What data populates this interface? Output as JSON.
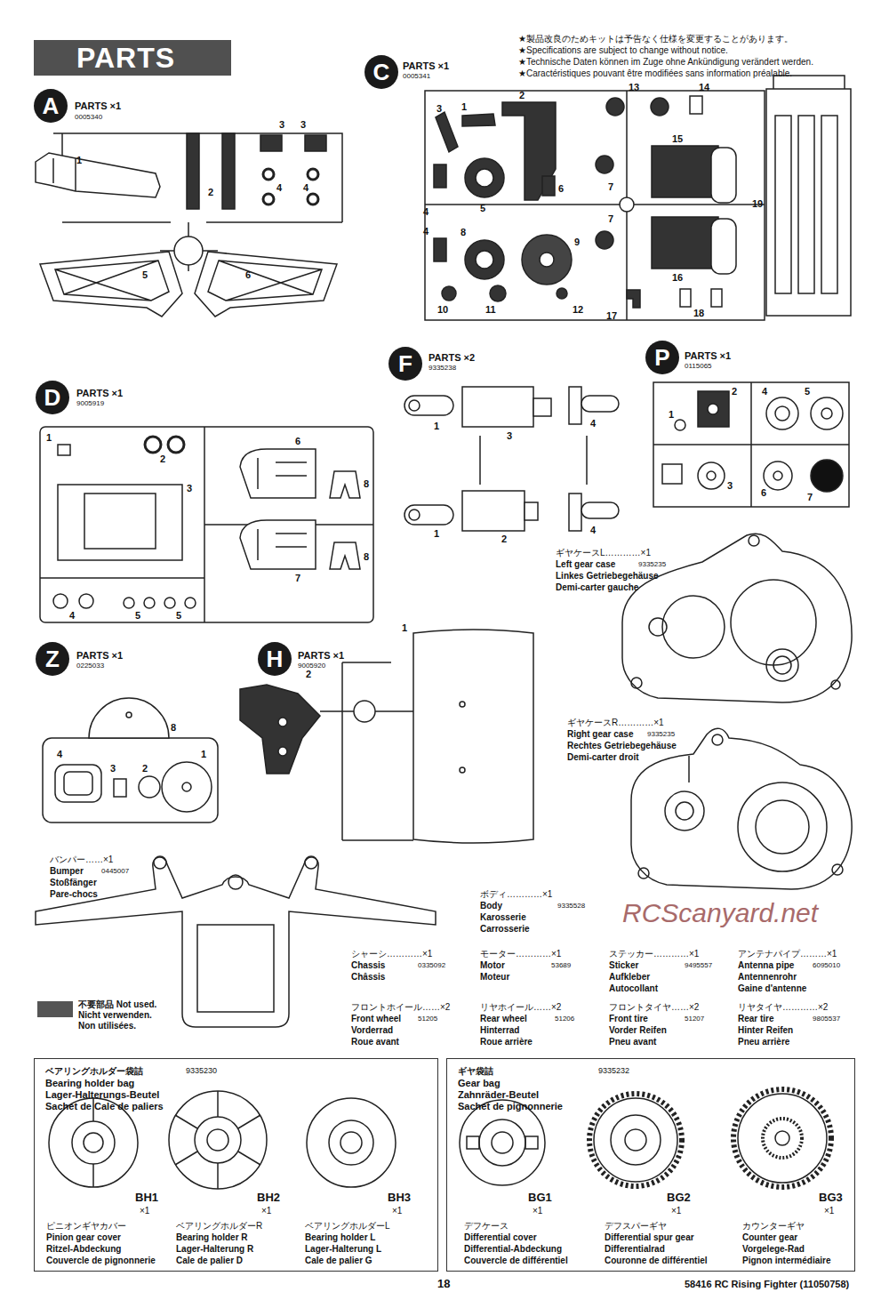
{
  "diagram": {
    "nodes": [
      {
        "text": [
          "PARTS"
        ]
      },
      {
        "text": [
          "A"
        ]
      },
      {
        "text": [
          "C"
        ]
      },
      {
        "text": [
          "F"
        ]
      },
      {
        "text": [
          "P"
        ]
      },
      {
        "text": [
          "D"
        ]
      },
      {
        "text": [
          "Z"
        ]
      },
      {
        "text": [
          "H"
        ]
      },
      {
        "text": [
          "ベアリングホルダー袋詰",
          "9335230",
          "Bearing holder bag",
          "Lager-Halterungs-Beutel",
          "Sachet de Cale de paliers"
        ]
      },
      {
        "text": [
          "ギヤ袋詰",
          "9335232",
          "Gear bag",
          "Zahnräder-Beutel",
          "Sachet de pignonnerie"
        ]
      }
    ],
    "labels": [
      "★製品改良のためキットは予告なく仕様を変更することがあります。",
      "★Specifications are subject to change without notice.",
      "★Technische Daten können im Zuge ohne Ankündigung verändert werden.",
      "★Caractéristiques pouvant être modifiées sans information préalable.",
      "PARTS ×1",
      "0005340",
      "1",
      "2",
      "3",
      "3",
      "4",
      "4",
      "5",
      "6",
      "PARTS ×1",
      "0005341",
      "3",
      "1",
      "2",
      "13",
      "14",
      "15",
      "4",
      "5",
      "6",
      "7",
      "7",
      "19",
      "4",
      "8",
      "9",
      "16",
      "10",
      "11",
      "12",
      "17",
      "18",
      "PARTS ×2",
      "9335238",
      "1",
      "3",
      "4",
      "1",
      "2",
      "4",
      "PARTS ×1",
      "0115065",
      "2",
      "4",
      "5",
      "1",
      "3",
      "6",
      "7",
      "PARTS ×1",
      "9005919",
      "1",
      "2",
      "3",
      "6",
      "8",
      "7",
      "8",
      "4",
      "5",
      "5",
      "PARTS ×1",
      "0225033",
      "8",
      "4",
      "3",
      "2",
      "1",
      "PARTS ×1",
      "9005920",
      "1",
      "2",
      "ギヤケースL…………×1",
      "Left gear case",
      "9335235",
      "Linkes Getriebegehäuse",
      "Demi-carter gauche",
      "ギヤケースR…………×1",
      "Right gear case",
      "9335235",
      "Rechtes Getriebegehäuse",
      "Demi-carter droit",
      "バンパー……×1",
      "Bumper",
      "0445007",
      "Stoßfänger",
      "Pare-chocs",
      "ボディ…………×1",
      "Body",
      "9335528",
      "Karosserie",
      "Carrosserie",
      "シャーシ…………×1",
      "Chassis",
      "0335092",
      "Châssis",
      "モーター…………×1",
      "Motor",
      "53689",
      "Moteur",
      "ステッカー…………×1",
      "Sticker",
      "9495557",
      "Aufkleber",
      "Autocollant",
      "アンテナパイプ………×1",
      "Antenna pipe",
      "6095010",
      "Antennenrohr",
      "Gaine d'antenne",
      "フロントホイール……×2",
      "Front wheel",
      "51205",
      "Vorderrad",
      "Roue avant",
      "リヤホイール……×2",
      "Rear wheel",
      "51206",
      "Hinterrad",
      "Roue arrière",
      "フロントタイヤ……×2",
      "Front tire",
      "51207",
      "Vorder Reifen",
      "Pneu avant",
      "リヤタイヤ…………×2",
      "Rear tire",
      "9805537",
      "Hinter Reifen",
      "Pneu arrière",
      "BH1",
      "×1",
      "ピニオンギヤカバー",
      "Pinion gear cover",
      "Ritzel-Abdeckung",
      "Couvercle de pignonnerie",
      "BH2",
      "×1",
      "ベアリングホルダーR",
      "Bearing holder R",
      "Lager-Halterung R",
      "Cale de palier D",
      "BH3",
      "×1",
      "ベアリングホルダーL",
      "Bearing holder L",
      "Lager-Halterung L",
      "Cale de palier G",
      "BG1",
      "×1",
      "デフケース",
      "Differential cover",
      "Differential-Abdeckung",
      "Couvercle de différentiel",
      "BG2",
      "×1",
      "デフスパーギヤ",
      "Differential spur gear",
      "Differentialrad",
      "Couronne de différentiel",
      "BG3",
      "×1",
      "カウンターギヤ",
      "Counter gear",
      "Vorgelege-Rad",
      "Pignon intermédiaire",
      "18",
      "58416 RC Rising Fighter (11050758)",
      "RCScanyard.net"
    ],
    "legend": [
      {
        "text": "不要部品 Not used. Nicht verwenden. Non utilisées.",
        "color": "#555555"
      }
    ]
  }
}
